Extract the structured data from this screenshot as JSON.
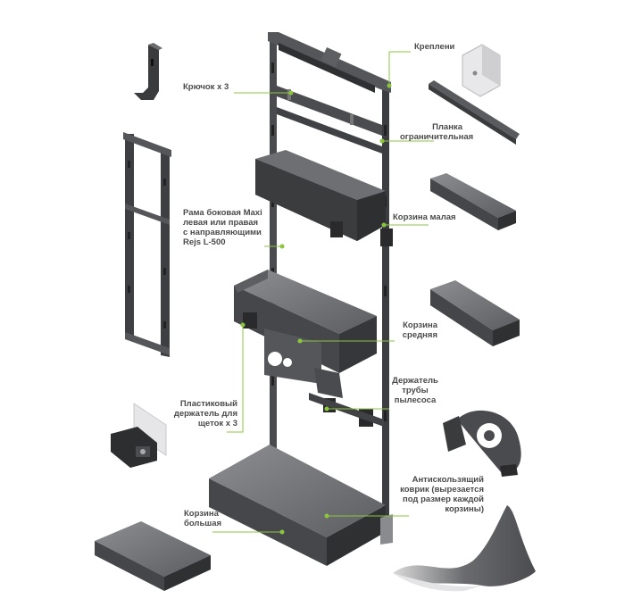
{
  "labels": {
    "hook": [
      "Крючок x 3"
    ],
    "mounts": [
      "Креплени"
    ],
    "limit_bar": [
      "Планка",
      "ограничительная"
    ],
    "side_frame": [
      "Рама боковая Maxi",
      "левая или правая",
      "с направляющими",
      "Rejs L-500"
    ],
    "small_basket": [
      "Корзина малая"
    ],
    "medium_basket": [
      "Корзина",
      "средняя"
    ],
    "vacuum_holder": [
      "Держатель",
      "трубы",
      "пылесоса"
    ],
    "brush_holder": [
      "Пластиковый",
      "держатель для",
      "щеток x 3"
    ],
    "anti_slip_mat": [
      "Антискользящий",
      "коврик (вырезается",
      "под размер каждой",
      "корзины)"
    ],
    "large_basket": [
      "Корзина",
      "большая"
    ]
  },
  "colors": {
    "leader": "#8cc63f",
    "metal_dark": "#3d3e40",
    "metal_mid": "#4f5053",
    "metal_light": "#6b6c6f",
    "mat_grey": "#6a6b6e"
  }
}
